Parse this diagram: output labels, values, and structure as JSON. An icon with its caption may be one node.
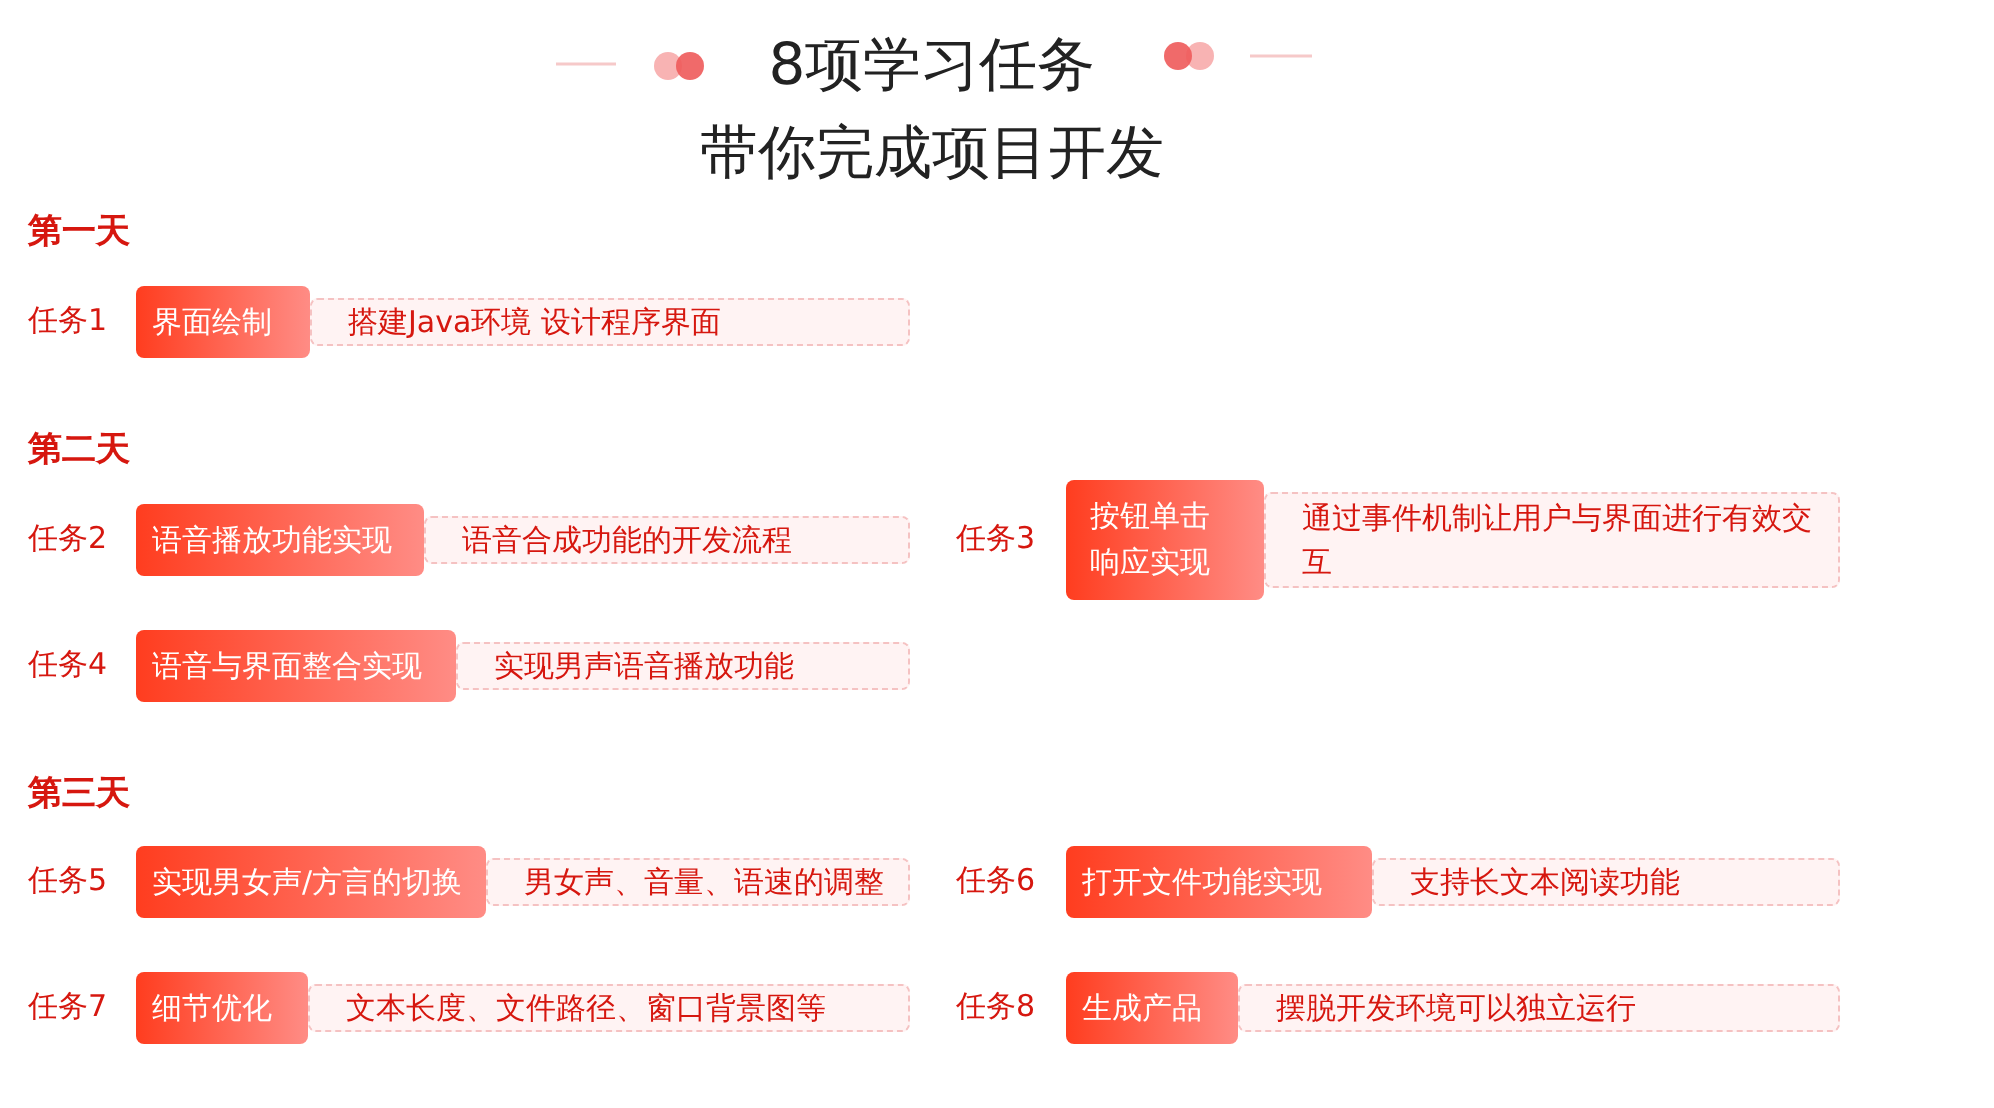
{
  "diagram": {
    "nodes": [
      {
        "text": [
          "界面绘制"
        ],
        "beside": [
          "任务1"
        ]
      },
      {
        "text": [
          "搭建Java环境 设计程序界面"
        ]
      },
      {
        "text": [
          "语音播放功能实现"
        ],
        "beside": [
          "任务2"
        ]
      },
      {
        "text": [
          "语音合成功能的开发流程"
        ]
      },
      {
        "text": [
          "按钮单击响应实现"
        ],
        "beside": [
          "任务3"
        ]
      },
      {
        "text": [
          "通过事件机制让用户与界面进行有效交互"
        ]
      },
      {
        "text": [
          "语音与界面整合实现"
        ],
        "beside": [
          "任务4"
        ]
      },
      {
        "text": [
          "实现男声语音播放功能"
        ]
      },
      {
        "text": [
          "实现男女声/方言的切换"
        ],
        "beside": [
          "任务5"
        ]
      },
      {
        "text": [
          "男女声、音量、语速的调整"
        ]
      },
      {
        "text": [
          "打开文件功能实现"
        ],
        "beside": [
          "任务6"
        ]
      },
      {
        "text": [
          "支持长文本阅读功能"
        ]
      },
      {
        "text": [
          "细节优化"
        ],
        "beside": [
          "任务7"
        ]
      },
      {
        "text": [
          "文本长度、文件路径、窗口背景图等"
        ]
      },
      {
        "text": [
          "生成产品"
        ],
        "beside": [
          "任务8"
        ]
      },
      {
        "text": [
          "摆脱开发环境可以独立运行"
        ]
      }
    ],
    "labels": [
      "8项学习任务",
      "带你完成项目开发",
      "第一天",
      "第二天",
      "第三天"
    ]
  }
}
